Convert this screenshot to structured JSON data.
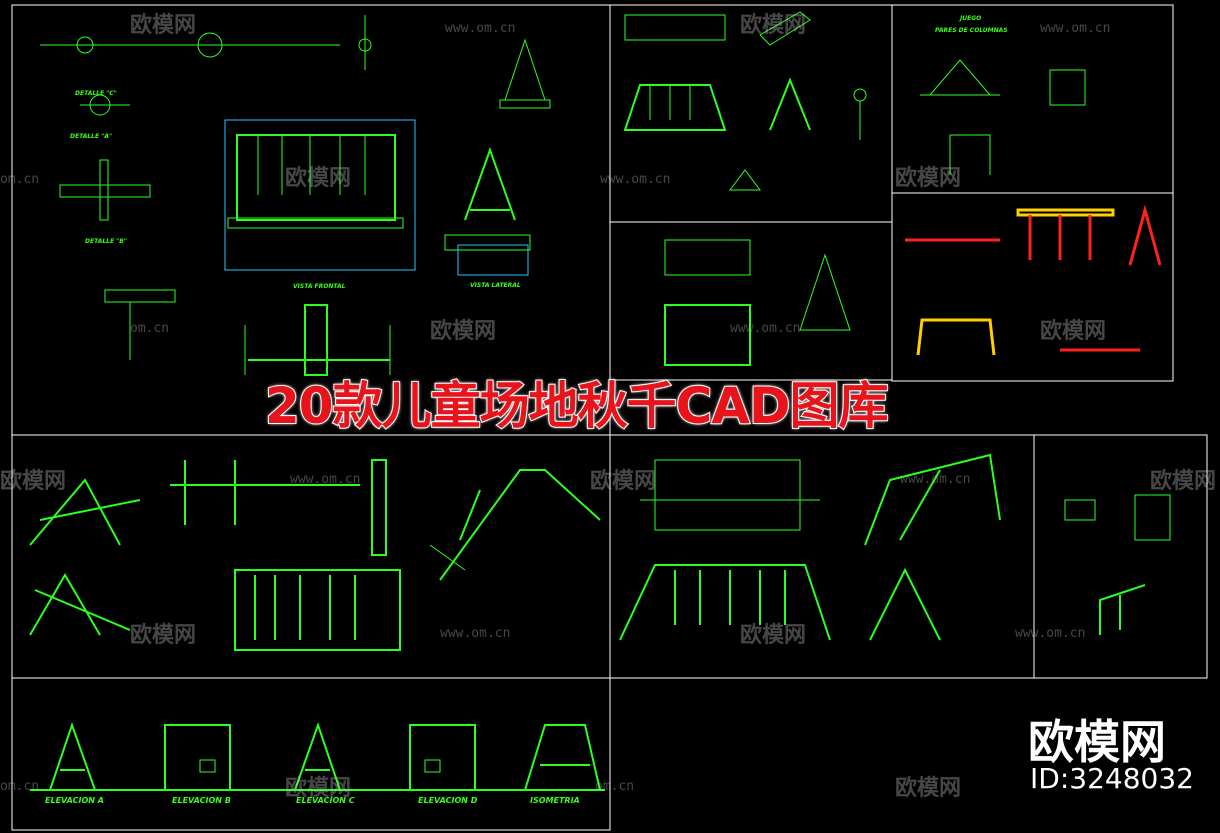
{
  "title": "20款儿童场地秋千CAD图库",
  "logo": {
    "text": "欧模网",
    "id": "ID:3248032"
  },
  "watermark": {
    "brand": "欧模网",
    "url": "www.om.cn",
    "url_short": "om.cn"
  },
  "labels": {
    "detalle_c": "DETALLE \"C\"",
    "detalle_a": "DETALLE \"A\"",
    "detalle_b": "DETALLE \"B\"",
    "vista_frontal": "VISTA FRONTAL",
    "vista_lateral": "VISTA LATERAL",
    "juego": "JUEGO",
    "pares": "PARES DE COLUMNAS",
    "elev_a": "ELEVACION A",
    "elev_b": "ELEVACION B",
    "elev_c": "ELEVACION C",
    "elev_d": "ELEVACION D",
    "isometria": "ISOMETRIA"
  },
  "colors": {
    "background": "#000000",
    "lines": "#2bff1f",
    "dimension": "#29c6ff",
    "title": "#e8141b"
  }
}
